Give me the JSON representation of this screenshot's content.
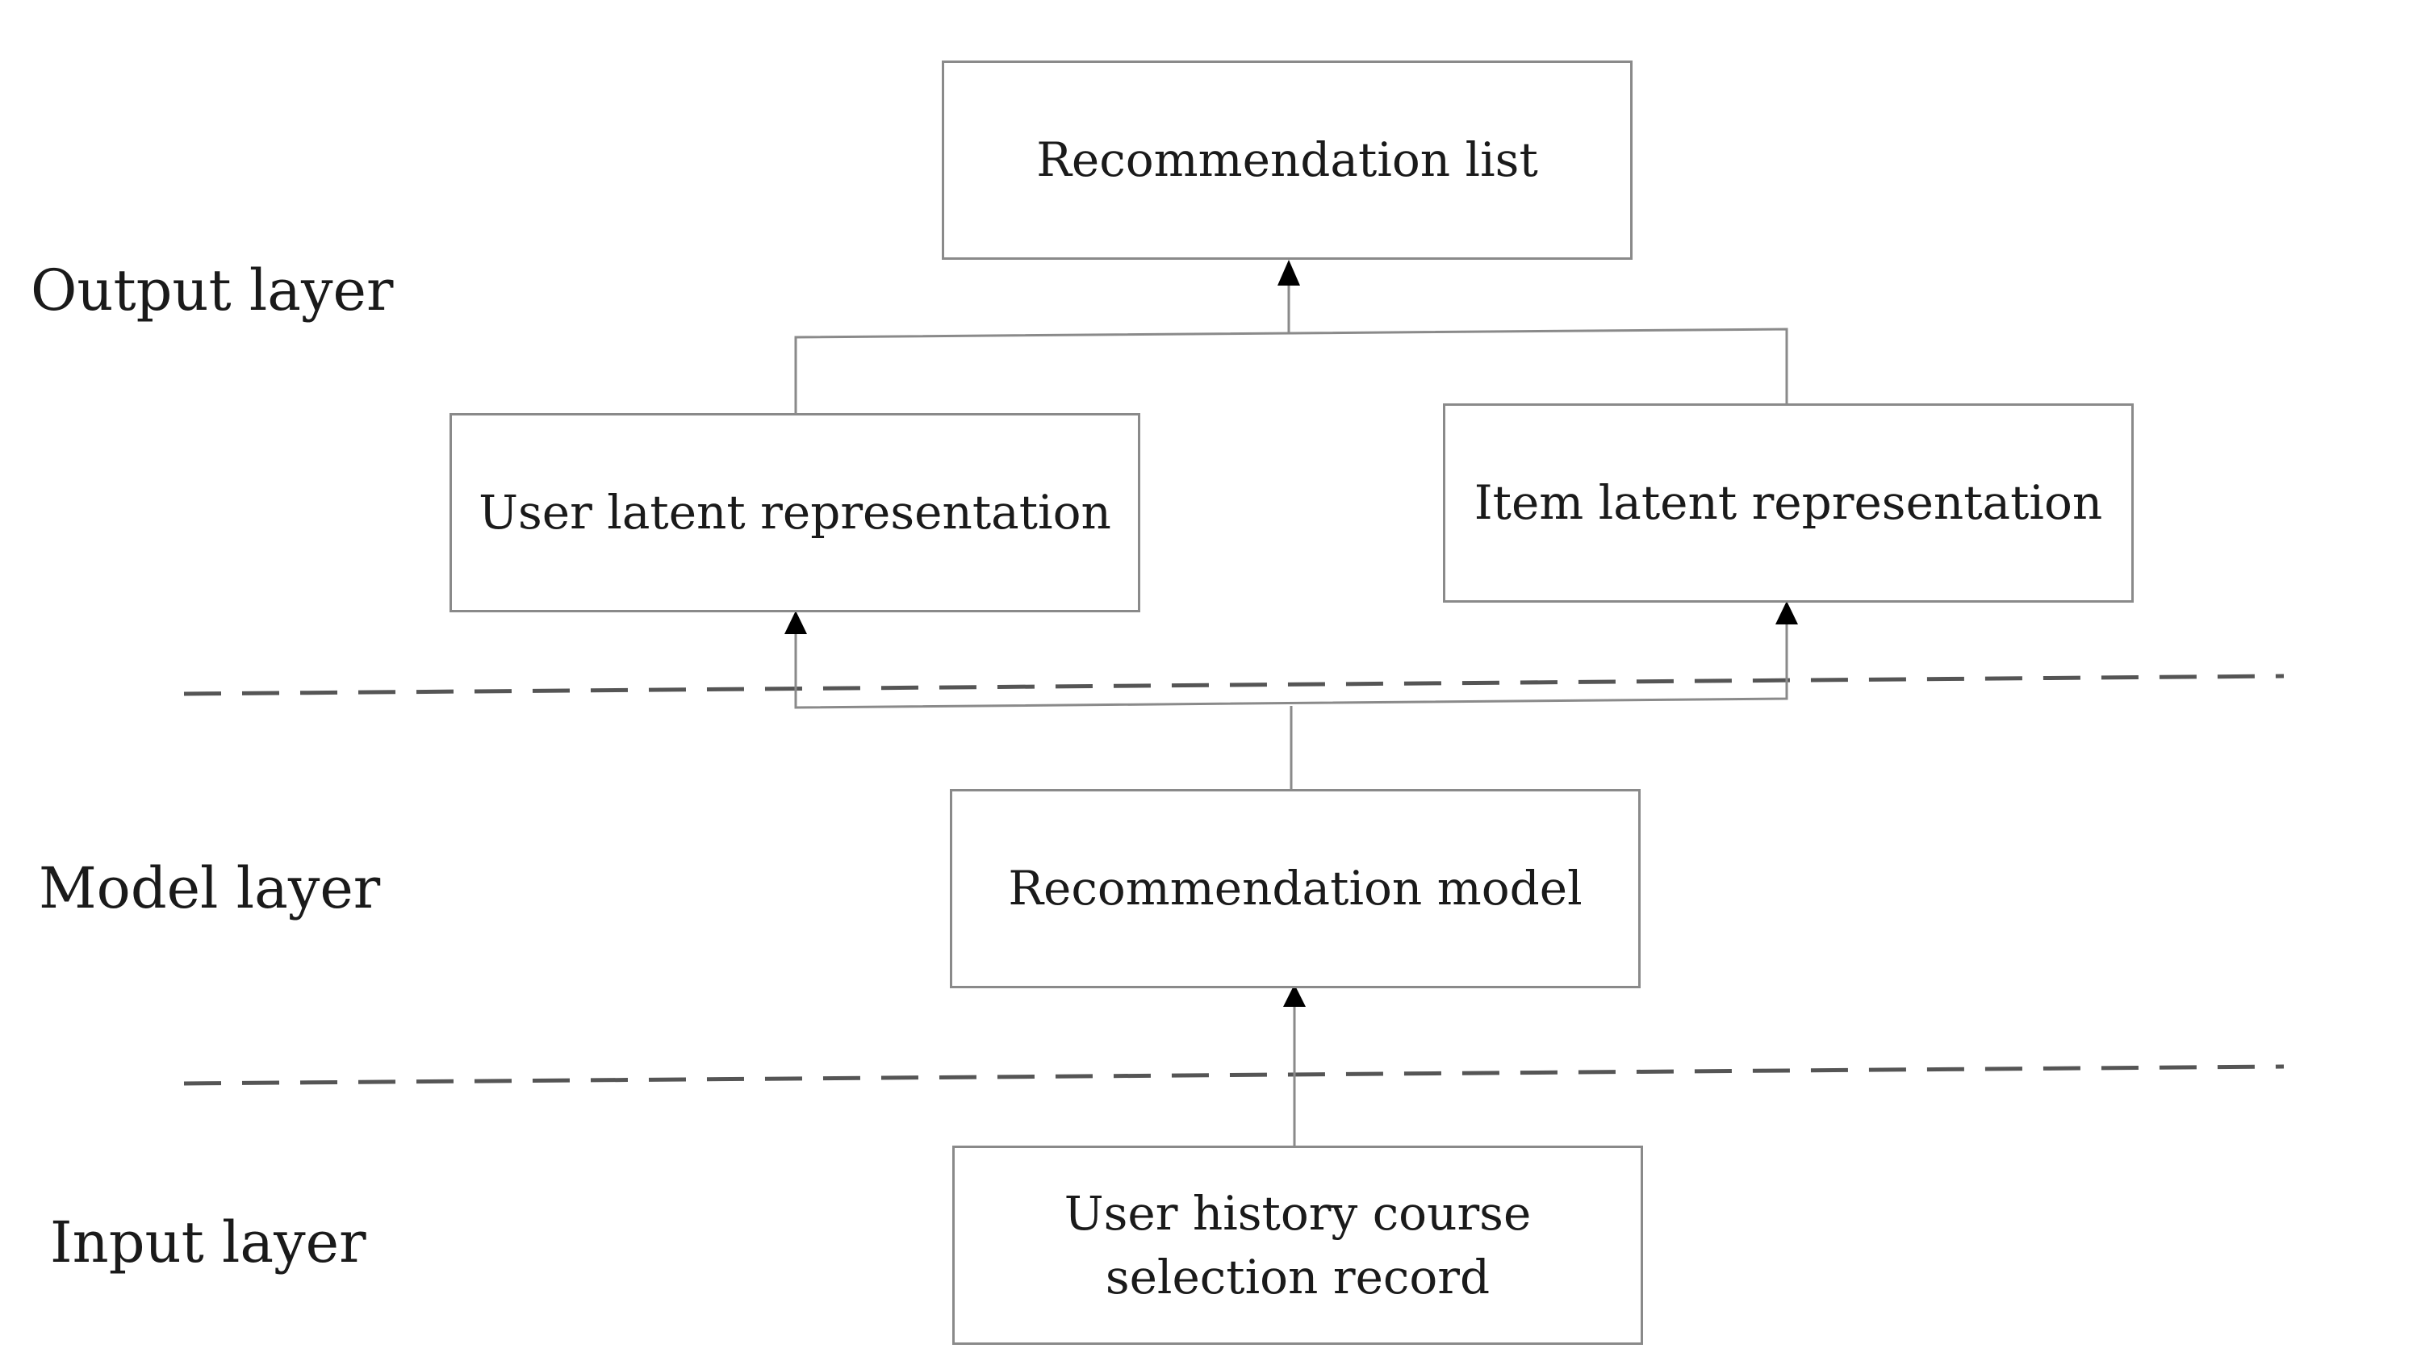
{
  "layers": {
    "output": "Output layer",
    "model": "Model layer",
    "input": "Input layer"
  },
  "nodes": {
    "recommendation_list": "Recommendation list",
    "user_latent": "User latent representation",
    "item_latent": "Item latent representation",
    "recommendation_model": "Recommendation model",
    "user_history": "User history course\nselection record"
  },
  "colors": {
    "box_border": "#8a8a8a",
    "connector": "#8a8a8a",
    "divider": "#555555",
    "arrowhead": "#000000",
    "text": "#1a1a1a"
  }
}
